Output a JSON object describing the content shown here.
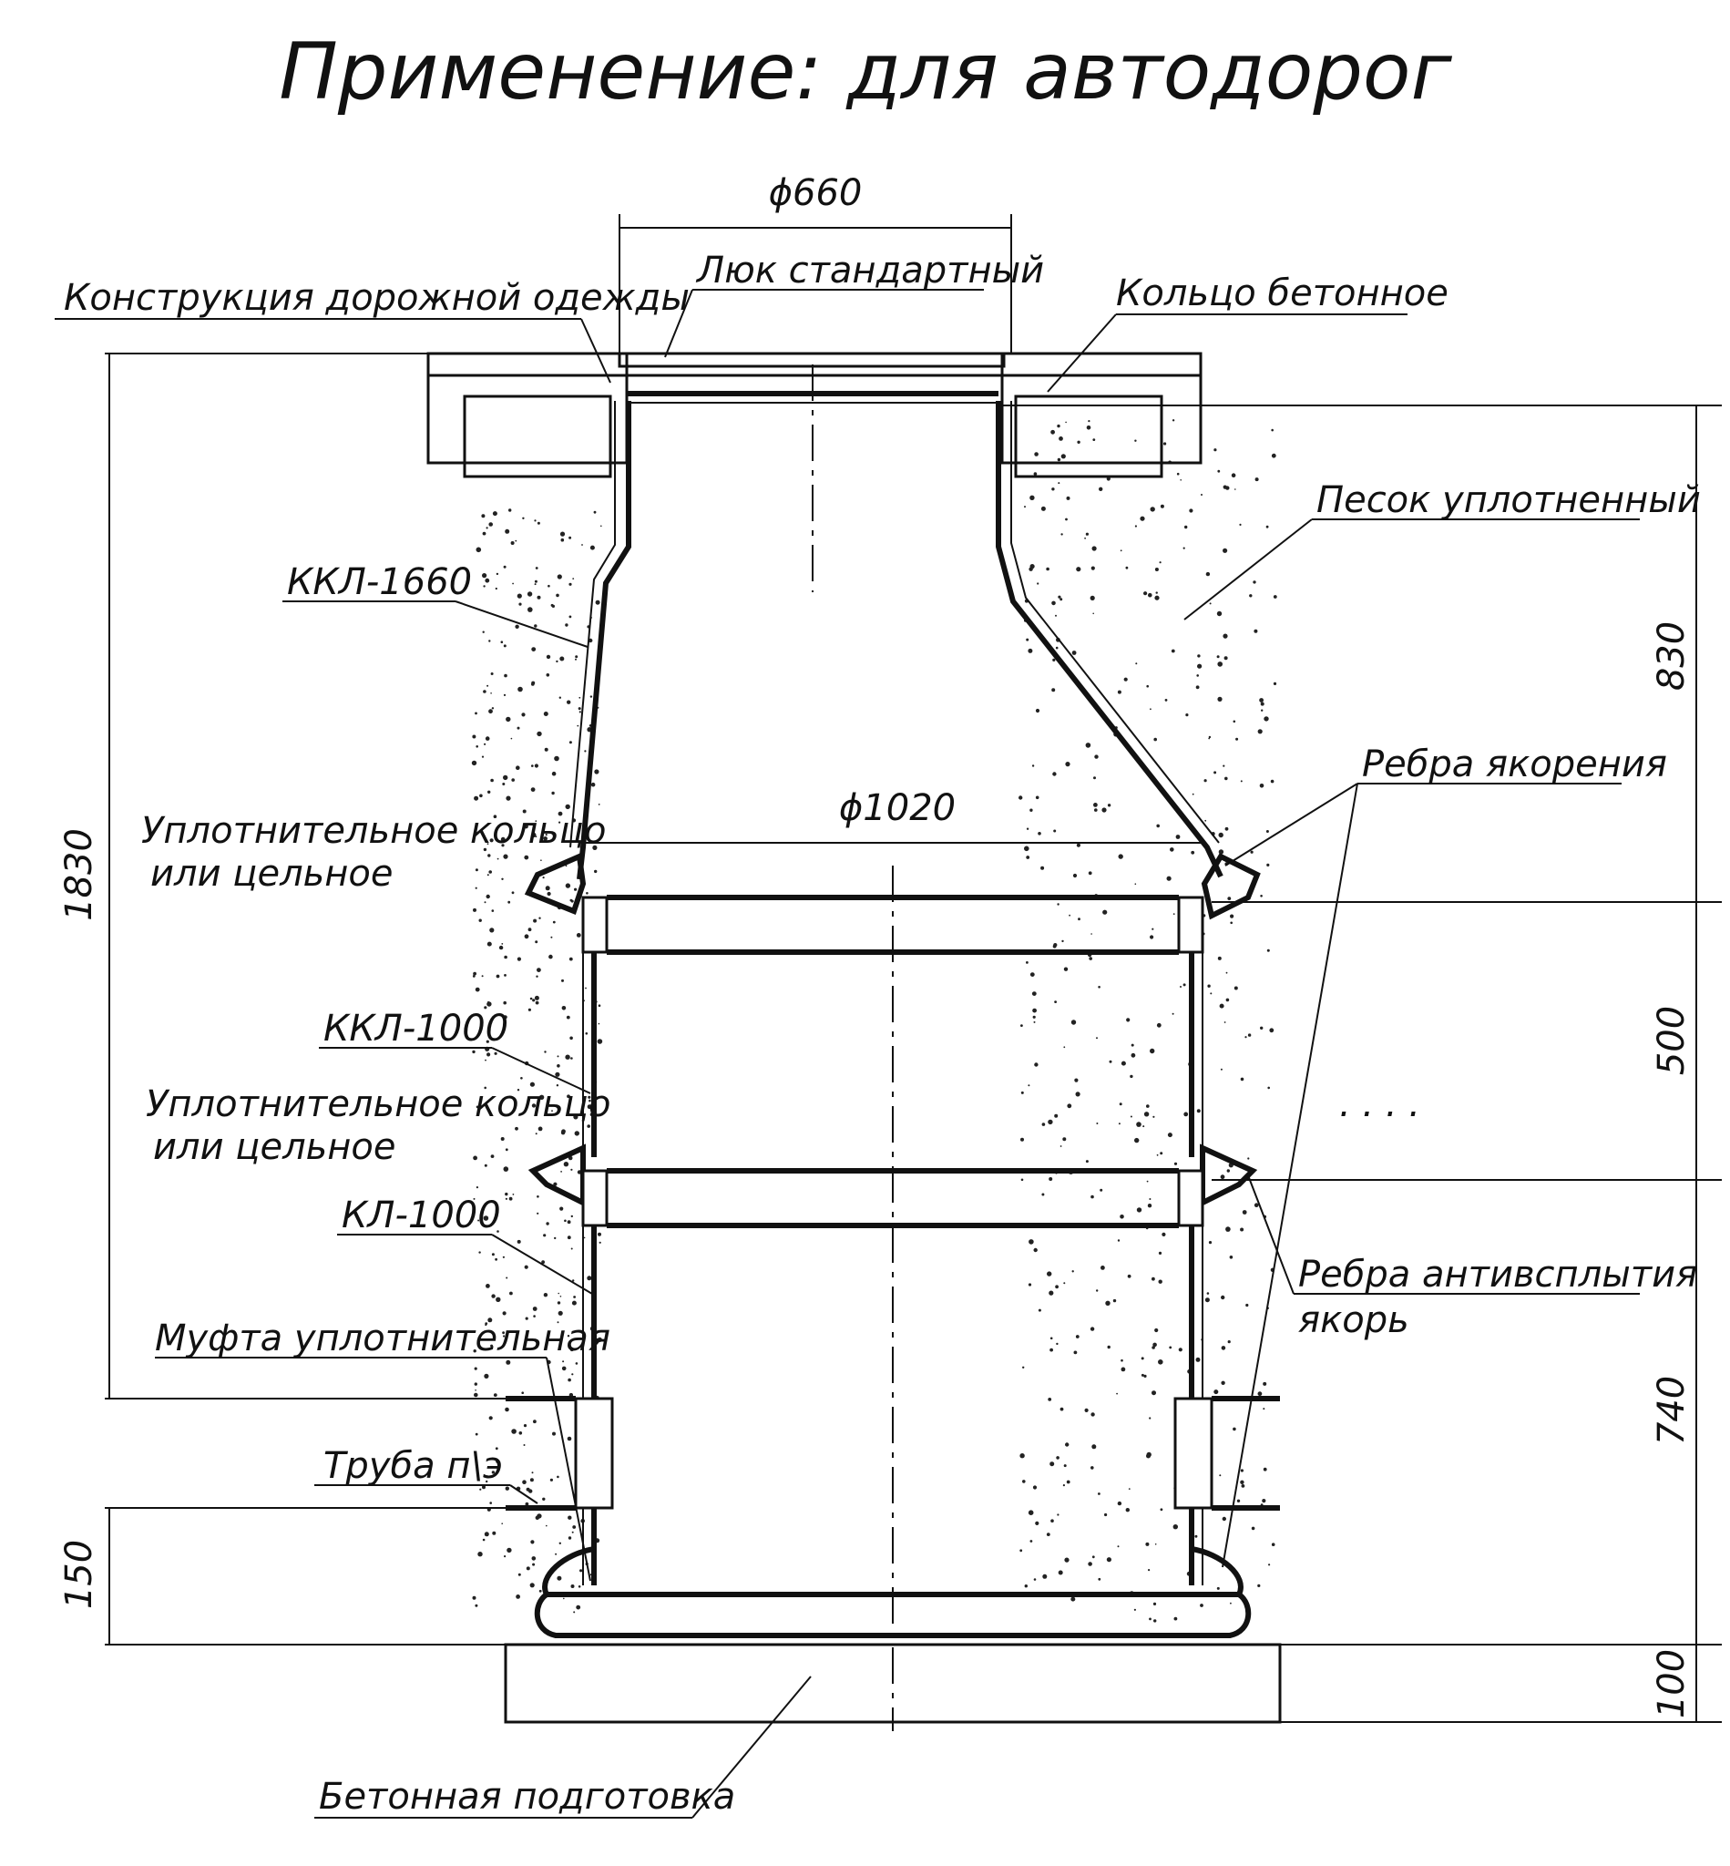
{
  "title": "Применение: для автодорог",
  "labels": {
    "road_structure": "Конструкция дорожной одежды",
    "hatch_standard": "Люк стандартный",
    "concrete_ring": "Кольцо бетонное",
    "compacted_sand": "Песок уплотненный",
    "kkl_1660": "ККЛ-1660",
    "seal_ring_1_line1": "Уплотнительное кольцо",
    "seal_ring_1_line2": "или цельное",
    "anchor_ribs": "Ребра якорения",
    "kkl_1000": "ККЛ-1000",
    "seal_ring_2_line1": "Уплотнительное кольцо",
    "seal_ring_2_line2": "или цельное",
    "kl_1000": "КЛ-1000",
    "anti_float_line1": "Ребра антивсплытия",
    "anti_float_line2": "якорь",
    "seal_coupling": "Муфта уплотнительная",
    "pipe": "Труба п\\э",
    "concrete_base": "Бетонная подготовка",
    "ellipsis": ". . . ."
  },
  "dimensions": {
    "d660": "ϕ660",
    "d1020": "ϕ1020",
    "h1830": "1830",
    "h830": "830",
    "h500": "500",
    "h740": "740",
    "h150": "150",
    "h100": "100"
  },
  "colors": {
    "ink": "#111111",
    "paper": "#ffffff"
  }
}
